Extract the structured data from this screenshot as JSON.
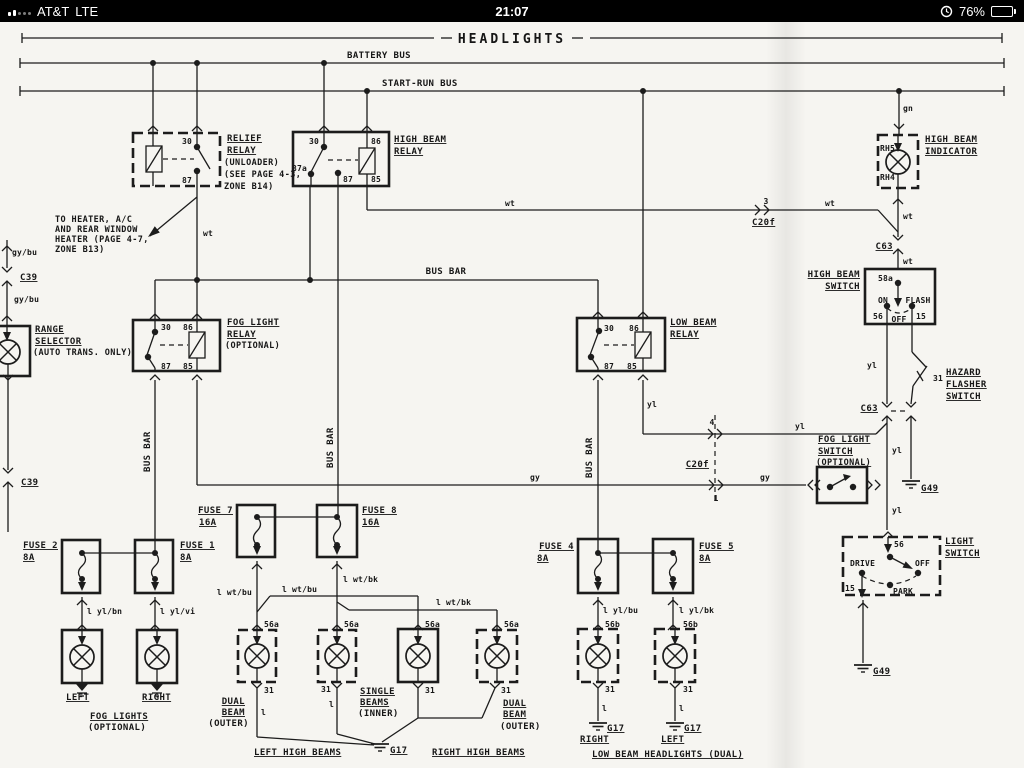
{
  "colors": {
    "paper": "#f6f5f1",
    "ink": "#1c1c1c",
    "status_bar_bg": "#000000",
    "status_bar_fg": "#ffffff"
  },
  "status_bar": {
    "carrier": "AT&T",
    "network": "LTE",
    "time": "21:07",
    "battery": "76%"
  },
  "diagram": {
    "title": "HEADLIGHTS",
    "buses": {
      "battery": "BATTERY BUS",
      "start_run": "START-RUN BUS",
      "bus_bar": "BUS BAR"
    },
    "wires": {
      "wt": "wt",
      "gn": "gn",
      "yl": "yl",
      "gy": "gy",
      "gy_bu": "gy/bu",
      "l": "l",
      "l_yl_bn": "l yl/bn",
      "l_yl_vi": "l yl/vi",
      "l_wt_bu": "l wt/bu",
      "l_wt_bk": "l wt/bk",
      "l_yl_bu": "l yl/bu",
      "l_yl_bk": "l yl/bk"
    },
    "connectors": {
      "c39": "C39",
      "c63": "C63",
      "c20f": "C20f",
      "cav1": "1",
      "cav3": "3",
      "cav4": "4"
    },
    "grounds": {
      "g17": "G17",
      "g49": "G49"
    },
    "pins": {
      "p30": "30",
      "p86": "86",
      "p87": "87",
      "p87a": "87a",
      "p85": "85",
      "p15": "15",
      "p31": "31",
      "p56": "56",
      "p56a": "56a",
      "p56b": "56b",
      "p58a": "58a",
      "rh5": "RH5",
      "rh4": "RH4"
    },
    "relief_relay": {
      "name1": "RELIEF",
      "name2": "RELAY",
      "note1": "(UNLOADER)",
      "note2": "(SEE PAGE 4-3,",
      "note3": "ZONE B14)"
    },
    "high_beam_relay": {
      "name1": "HIGH BEAM",
      "name2": "RELAY"
    },
    "fog_relay": {
      "name1": "FOG LIGHT",
      "name2": "RELAY",
      "name3": "(OPTIONAL)"
    },
    "low_beam_relay": {
      "name1": "LOW BEAM",
      "name2": "RELAY"
    },
    "heater_note": {
      "line1": "TO HEATER, A/C",
      "line2": "AND REAR WINDOW",
      "line3": "HEATER (PAGE 4-7,",
      "line4": "ZONE B13)"
    },
    "range_selector": {
      "name1": "RANGE",
      "name2": "SELECTOR",
      "name3": "(AUTO TRANS. ONLY)"
    },
    "indicator": {
      "name1": "HIGH BEAM",
      "name2": "INDICATOR"
    },
    "high_beam_switch": {
      "name1": "HIGH BEAM",
      "name2": "SWITCH",
      "on": "ON",
      "flash": "FLASH",
      "off": "OFF"
    },
    "hazard_switch": {
      "name1": "HAZARD",
      "name2": "FLASHER",
      "name3": "SWITCH"
    },
    "fog_switch": {
      "name1": "FOG LIGHT",
      "name2": "SWITCH",
      "name3": "(OPTIONAL)"
    },
    "light_switch": {
      "name1": "LIGHT",
      "name2": "SWITCH",
      "drive": "DRIVE",
      "off": "OFF",
      "park": "PARK"
    },
    "fuses": {
      "f2": {
        "name": "FUSE 2",
        "amp": "8A"
      },
      "f1": {
        "name": "FUSE 1",
        "amp": "8A"
      },
      "f7": {
        "name": "FUSE 7",
        "amp": "16A"
      },
      "f8": {
        "name": "FUSE 8",
        "amp": "16A"
      },
      "f4": {
        "name": "FUSE 4",
        "amp": "8A"
      },
      "f5": {
        "name": "FUSE 5",
        "amp": "8A"
      }
    },
    "lamps": {
      "left": "LEFT",
      "right": "RIGHT",
      "fog1": "FOG LIGHTS",
      "fog2": "(OPTIONAL)",
      "dual1": "DUAL",
      "dual2": "BEAM",
      "dual3": "(OUTER)",
      "single1": "SINGLE",
      "single2": "BEAMS",
      "single3": "(INNER)",
      "left_high": "LEFT HIGH BEAMS",
      "right_high": "RIGHT HIGH BEAMS",
      "low_beam": "LOW BEAM HEADLIGHTS (DUAL)",
      "right_cap": "RIGHT",
      "left_cap": "LEFT"
    }
  }
}
